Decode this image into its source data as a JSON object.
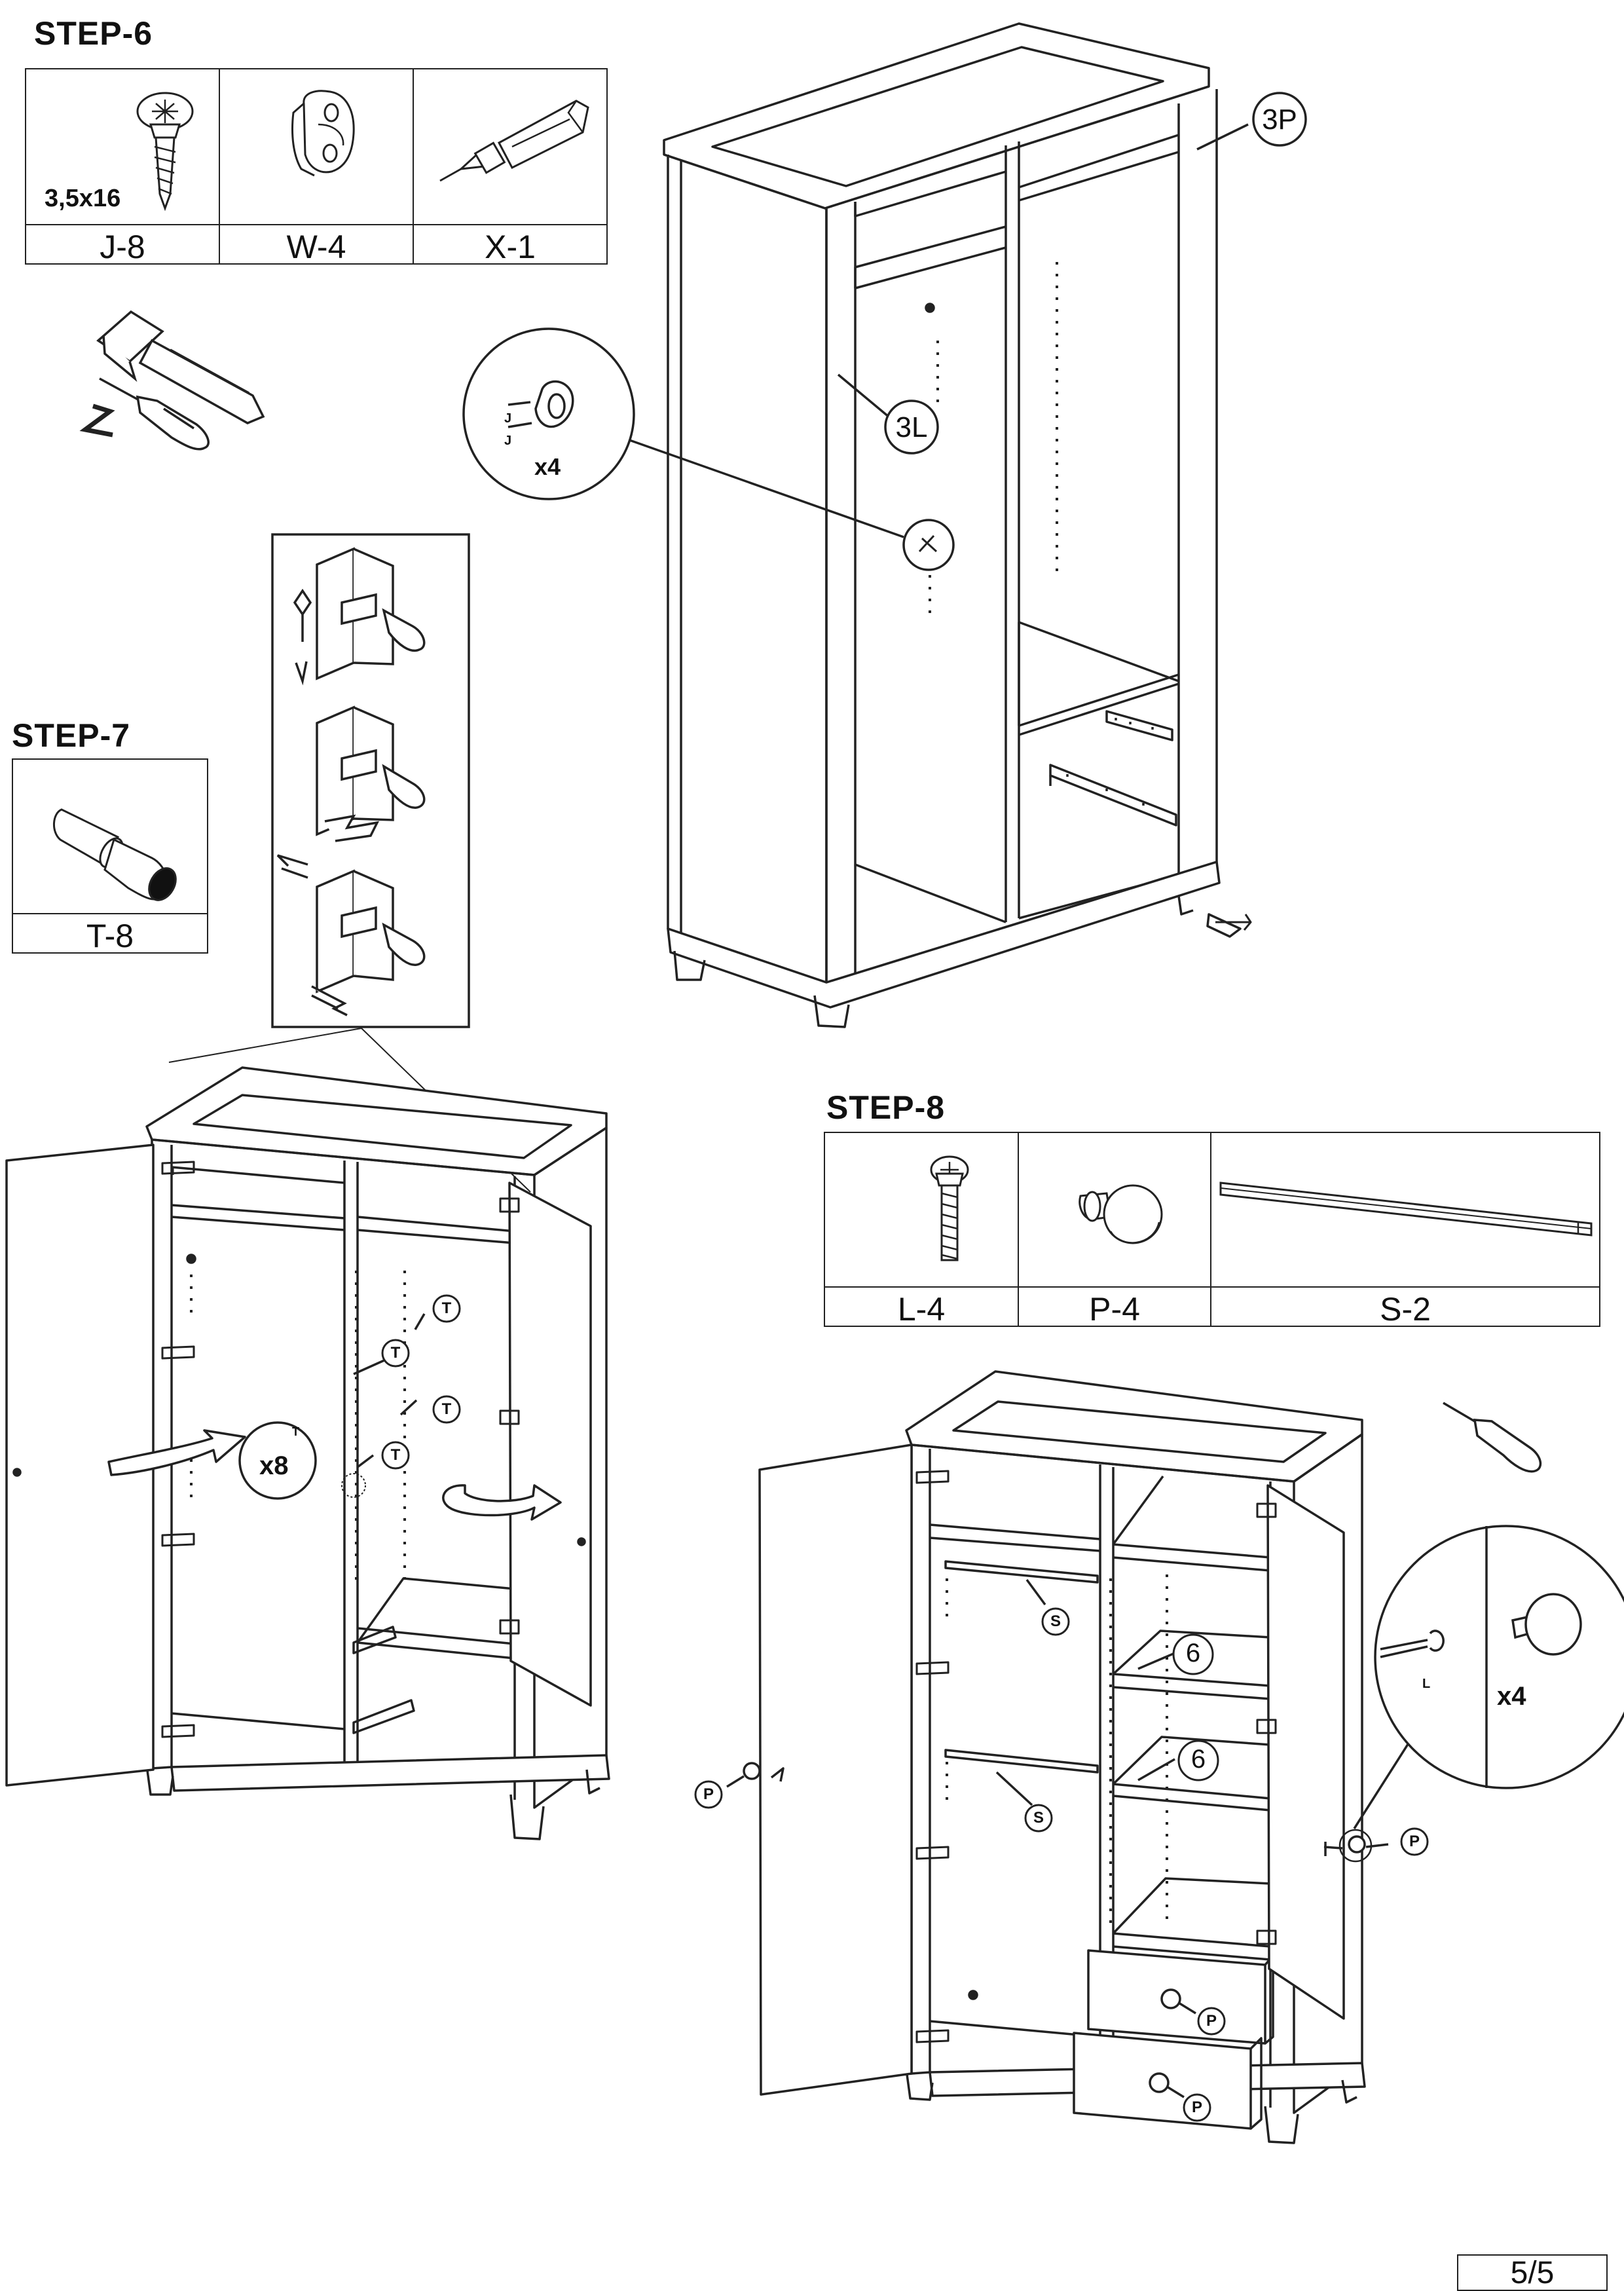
{
  "steps": {
    "step6": {
      "title": "STEP-6",
      "parts": [
        {
          "code": "J-8",
          "icon": "screw-icon",
          "size": "3,5x16"
        },
        {
          "code": "W-4",
          "icon": "rail-support-icon"
        },
        {
          "code": "X-1",
          "icon": "glue-tube-icon"
        }
      ],
      "callouts": {
        "panel_right": "3P",
        "panel_left": "3L",
        "detail_count": "x4",
        "screw_label": "J"
      }
    },
    "step7": {
      "title": "STEP-7",
      "parts": [
        {
          "code": "T-8",
          "icon": "shelf-pin-icon"
        }
      ],
      "callouts": {
        "pin_label": "T",
        "detail_count": "x8"
      }
    },
    "step8": {
      "title": "STEP-8",
      "parts": [
        {
          "code": "L-4",
          "icon": "bolt-icon"
        },
        {
          "code": "P-4",
          "icon": "knob-icon"
        },
        {
          "code": "S-2",
          "icon": "hanging-rail-icon"
        }
      ],
      "callouts": {
        "shelf": "6",
        "rail": "S",
        "knob": "P",
        "bolt": "L",
        "detail_count": "x4"
      }
    }
  },
  "page_number": "5/5"
}
